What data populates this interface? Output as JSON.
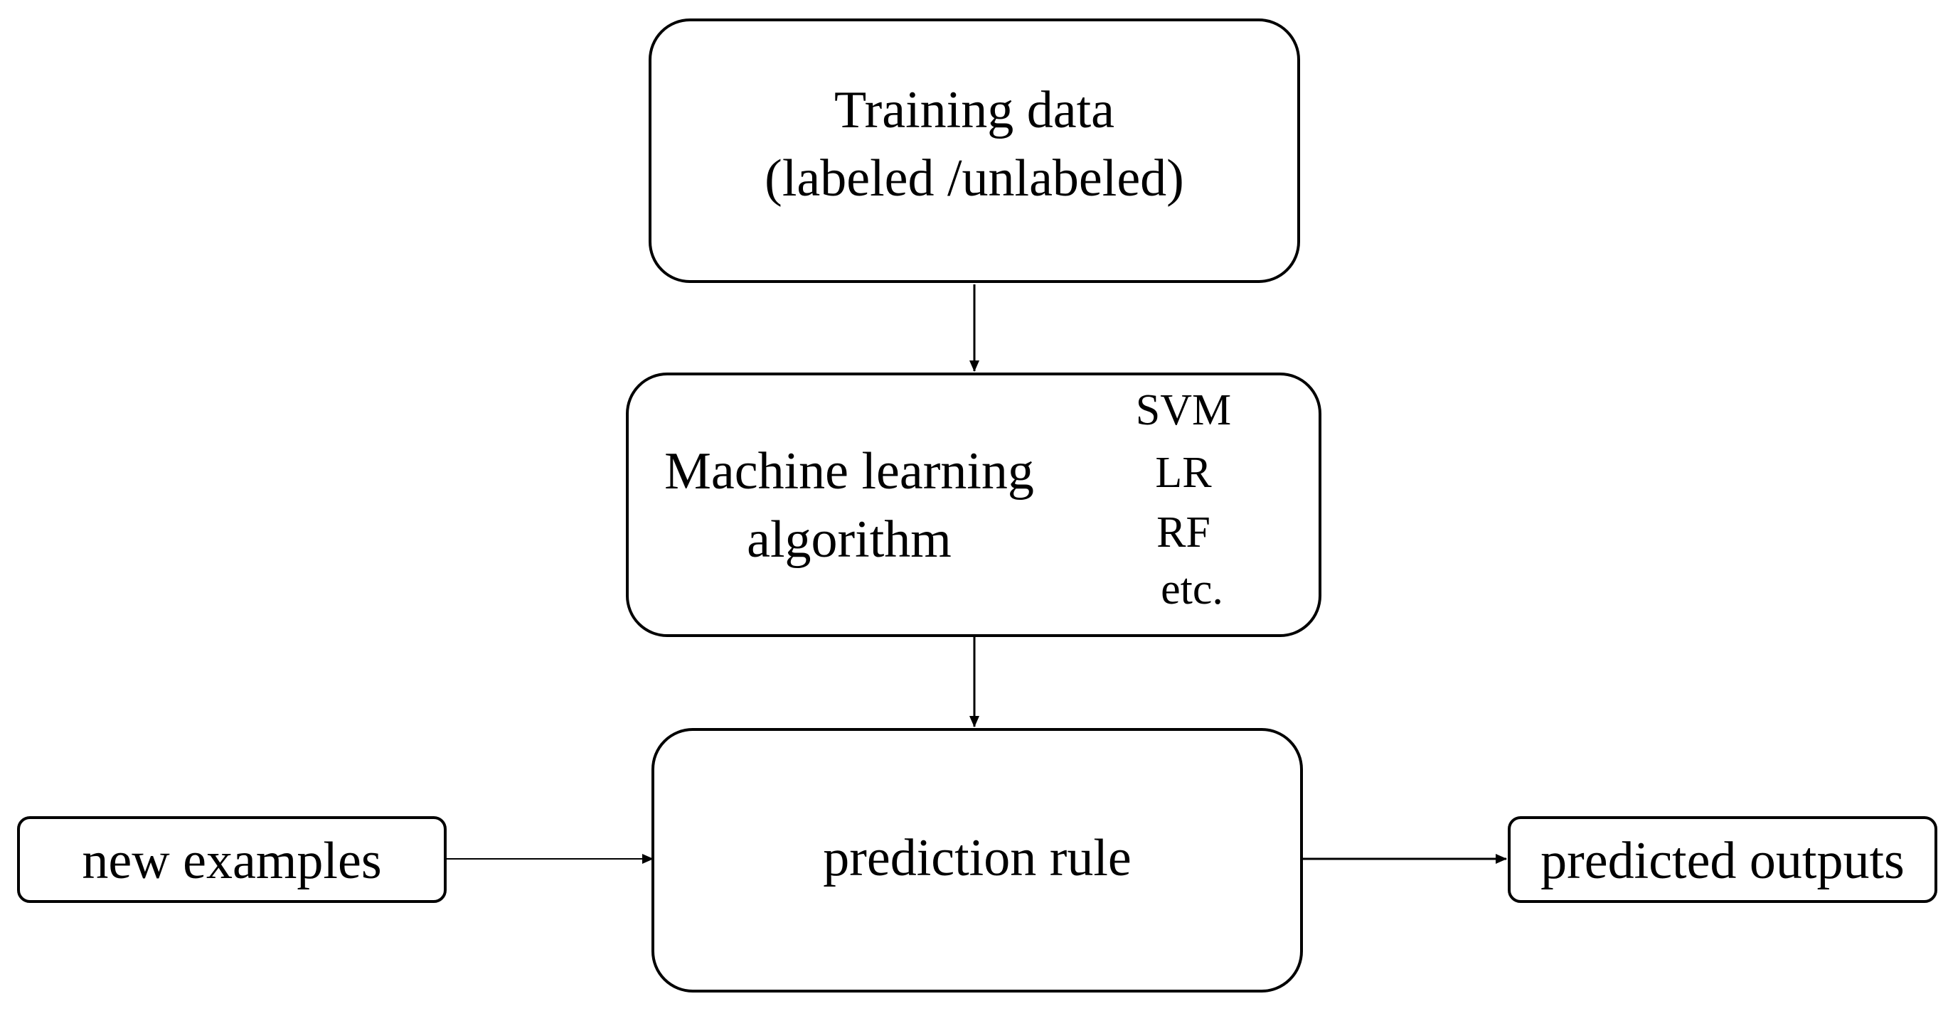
{
  "nodes": {
    "training": {
      "line1": "Training data",
      "line2": "(labeled /unlabeled)"
    },
    "algorithm": {
      "line1": "Machine learning",
      "line2": "algorithm",
      "examples": [
        "SVM",
        "LR",
        "RF",
        "etc."
      ]
    },
    "rule": {
      "label": "prediction rule"
    },
    "new_examples": {
      "label": "new examples"
    },
    "outputs": {
      "label": "predicted outputs"
    }
  },
  "edges": [
    {
      "from": "training",
      "to": "algorithm"
    },
    {
      "from": "algorithm",
      "to": "rule"
    },
    {
      "from": "new_examples",
      "to": "rule"
    },
    {
      "from": "rule",
      "to": "outputs"
    }
  ],
  "colors": {
    "stroke": "#000000",
    "background": "#ffffff"
  }
}
